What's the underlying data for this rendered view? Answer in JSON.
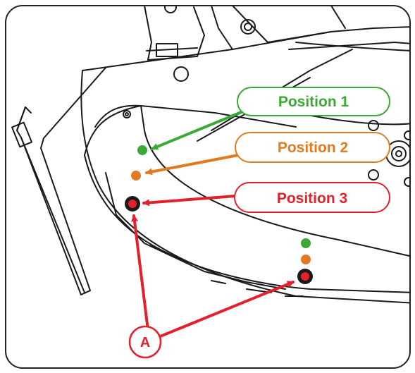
{
  "labels": {
    "position_1": {
      "text": "Position 1",
      "color": "#3aaa35"
    },
    "position_2": {
      "text": "Position 2",
      "color": "#e07b22"
    },
    "position_3": {
      "text": "Position 3",
      "color": "#e3202c"
    },
    "callout_a": {
      "text": "A",
      "color": "#e3202c"
    }
  },
  "colors": {
    "line": "#1a1a1a",
    "frame": "#222222",
    "hole_green": "#3aaa35",
    "hole_orange": "#e07b22",
    "hole_red": "#e3202c"
  }
}
